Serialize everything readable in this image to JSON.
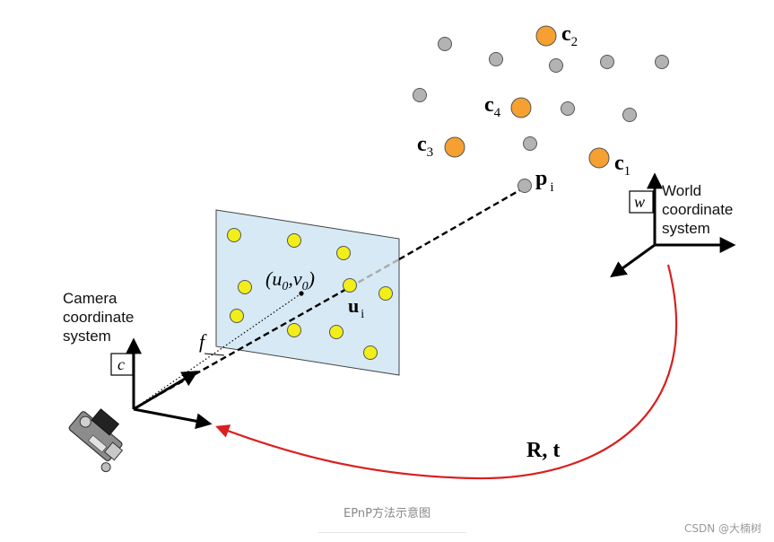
{
  "diagram": {
    "camera_label": [
      "Camera",
      "coordinate",
      "system"
    ],
    "camera_frame_label": "c",
    "world_label": [
      "World",
      "coordinate",
      "system"
    ],
    "world_frame_label": "w",
    "focal_label": "f",
    "principal_point_label": {
      "open": "(",
      "u": "u",
      "u_sub": "0",
      "comma": ",",
      "v": "v",
      "v_sub": "0",
      "close": ")"
    },
    "image_point_label": {
      "base": "u",
      "sub": "i"
    },
    "world_point_label": {
      "base": "p",
      "sub": "i"
    },
    "control_points": [
      {
        "base": "c",
        "sub": "1"
      },
      {
        "base": "c",
        "sub": "2"
      },
      {
        "base": "c",
        "sub": "3"
      },
      {
        "base": "c",
        "sub": "4"
      }
    ],
    "transform_label": "R, t",
    "colors": {
      "image_plane": "#d6e9f5",
      "image_point": "#f2ee1a",
      "world_point": "#b3b3b3",
      "control_point": "#f5a030",
      "transform_arrow": "#d92020",
      "projection_ray": "#000000"
    }
  },
  "caption": "EPnP方法示意图",
  "watermark": "CSDN @大楠树"
}
